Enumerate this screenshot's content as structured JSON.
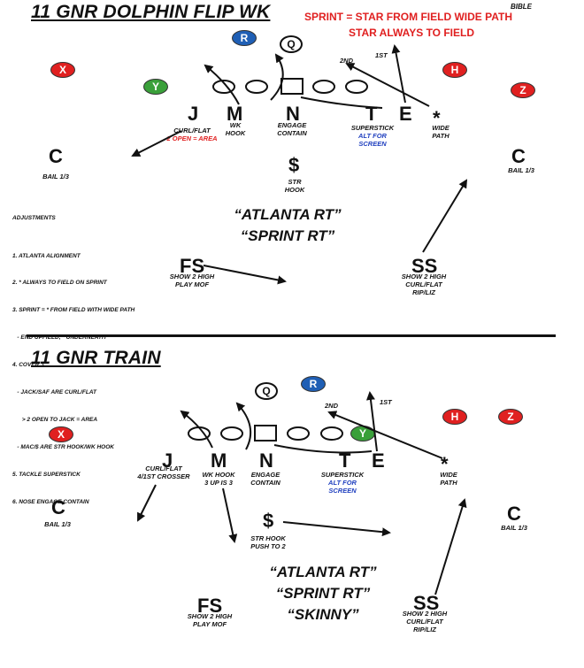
{
  "top": {
    "title": "11 GNR DOLPHIN FLIP WK",
    "bible": "BIBLE",
    "sprint_note_1": "SPRINT = STAR FROM FIELD WIDE PATH",
    "sprint_note_2": "STAR ALWAYS TO FIELD",
    "circles": {
      "r": "R",
      "q": "Q",
      "x": "X",
      "y": "Y",
      "h": "H",
      "z": "Z"
    },
    "labels": {
      "second": "2ND",
      "first": "1ST"
    },
    "defenders": {
      "j": "J",
      "m": "M",
      "n": "N",
      "t": "T",
      "e": "E",
      "star": "*",
      "c_left": "C",
      "c_right": "C",
      "dollar": "$",
      "fs": "FS",
      "ss": "SS"
    },
    "assignments": {
      "j_1": "CURL/FLAT",
      "j_2": "2 OPEN = AREA",
      "m_1": "WK",
      "m_2": "HOOK",
      "n_1": "ENGAGE",
      "n_2": "CONTAIN",
      "t_1": "SUPERSTICK",
      "t_2": "ALT FOR",
      "t_3": "SCREEN",
      "star_1": "WIDE",
      "star_2": "PATH",
      "c_left": "BAIL 1/3",
      "c_right": "BAIL 1/3",
      "dollar_1": "STR",
      "dollar_2": "HOOK",
      "fs_1": "SHOW 2 HIGH",
      "fs_2": "PLAY MOF",
      "ss_1": "SHOW 2 HIGH",
      "ss_2": "CURL/FLAT",
      "ss_3": "RIP/LIZ"
    },
    "calls": [
      "“ATLANTA RT”",
      "“SPRINT RT”"
    ],
    "adjustments": {
      "heading": "ADJUSTMENTS",
      "lines": [
        "1. ATLANTA ALIGNMENT",
        "2. * ALWAYS TO FIELD ON SPRINT",
        "3. SPRINT = * FROM FIELD WITH WIDE PATH",
        "   - END UPFIELD, * UNDERNEATH",
        "4. COVER 3",
        "   - JACK/SAF ARE CURL/FLAT",
        "      > 2 OPEN TO JACK = AREA",
        "   - MAC/$ ARE STR HOOK/WK HOOK",
        "5. TACKLE SUPERSTICK",
        "6. NOSE ENGAGE CONTAIN"
      ]
    }
  },
  "bottom": {
    "title": "11 GNR TRAIN",
    "circles": {
      "q": "Q",
      "r": "R",
      "x": "X",
      "y": "Y",
      "h": "H",
      "z": "Z"
    },
    "labels": {
      "second": "2ND",
      "first": "1ST"
    },
    "defenders": {
      "j": "J",
      "m": "M",
      "n": "N",
      "t": "T",
      "e": "E",
      "star": "*",
      "c_left": "C",
      "c_right": "C",
      "dollar": "$",
      "fs": "FS",
      "ss": "SS"
    },
    "assignments": {
      "j_1": "CURL/FLAT",
      "j_2": "4/1ST CROSSER",
      "m_1": "WK HOOK",
      "m_2": "3 UP IS 3",
      "n_1": "ENGAGE",
      "n_2": "CONTAIN",
      "t_1": "SUPERSTICK",
      "t_2": "ALT FOR",
      "t_3": "SCREEN",
      "star_1": "WIDE",
      "star_2": "PATH",
      "c_left": "BAIL 1/3",
      "c_right": "BAIL 1/3",
      "dollar_1": "STR HOOK",
      "dollar_2": "PUSH TO 2",
      "fs_1": "SHOW 2 HIGH",
      "fs_2": "PLAY MOF",
      "ss_1": "SHOW 2 HIGH",
      "ss_2": "CURL/FLAT",
      "ss_3": "RIP/LIZ"
    },
    "calls": [
      "“ATLANTA RT”",
      "“SPRINT RT”",
      "“SKINNY”"
    ]
  },
  "colors": {
    "red": "#e02020",
    "blue": "#1f5fb5",
    "green": "#3aa03a",
    "text_blue": "#1f3fbf"
  }
}
